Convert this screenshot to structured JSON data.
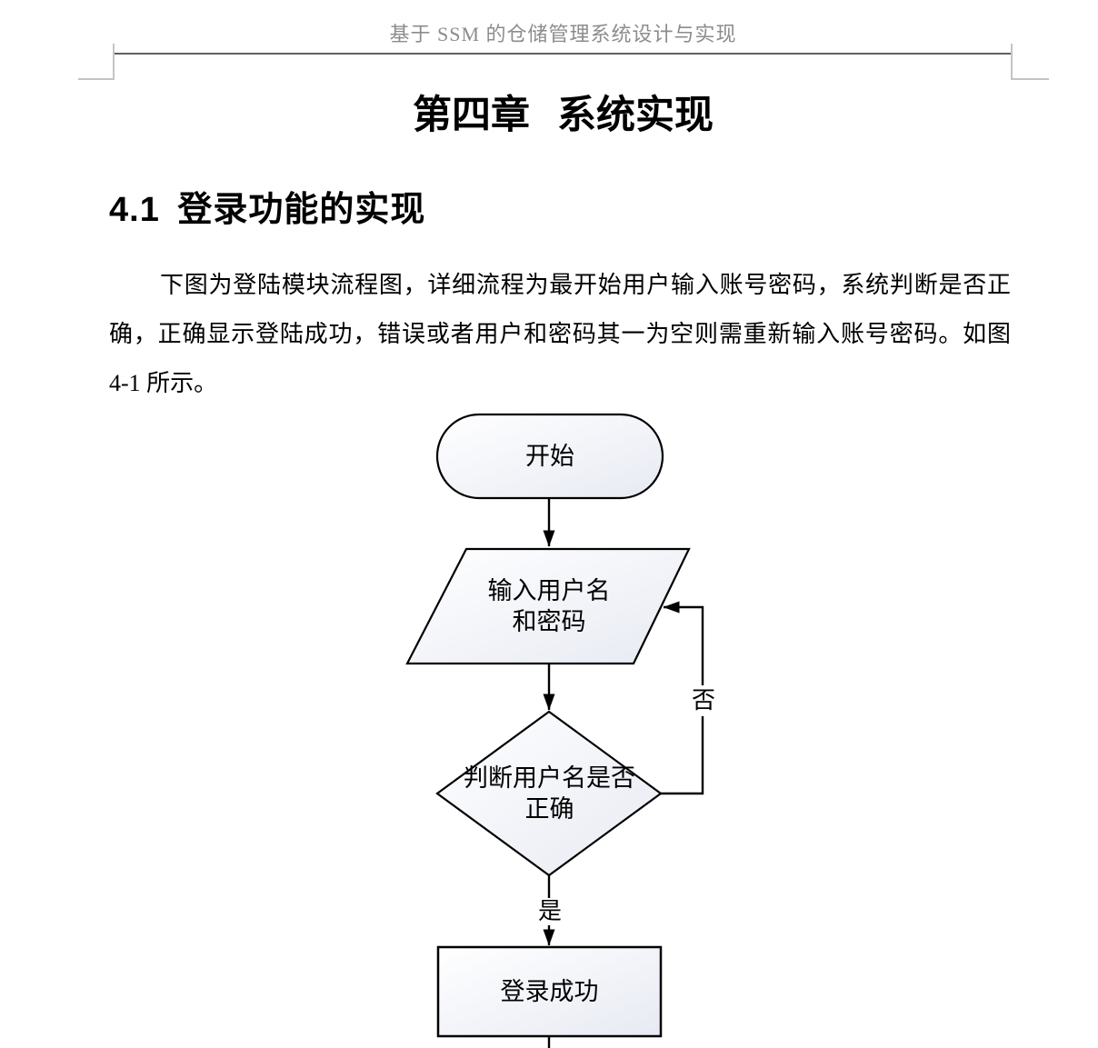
{
  "header": {
    "title": "基于 SSM 的仓储管理系统设计与实现"
  },
  "chapter": {
    "title": "第四章 系统实现"
  },
  "section": {
    "heading": "4.1 登录功能的实现"
  },
  "paragraph": {
    "lines": [
      "下图为登陆模块流程图，详细流程为最开始用户输入账号密码，系统判断是否正",
      "确，正确显示登陆成功，错误或者用户和密码其一为空则需重新输入账号密码。如图",
      "4-1 所示。"
    ]
  },
  "flowchart": {
    "nodes": {
      "start": "开始",
      "input": "输入用户名\n和密码",
      "decision": "判断用户名是否\n正确",
      "success": "登录成功"
    },
    "edges": {
      "no": "否",
      "yes": "是"
    }
  },
  "colors": {
    "header_text": "#8c8c8c",
    "header_rule": "#5f5f5f",
    "crop_mark": "#c4c4c4",
    "shape_stroke": "#000000",
    "shape_fill_top": "#ffffff",
    "shape_fill_bottom": "#e7eaf3"
  }
}
